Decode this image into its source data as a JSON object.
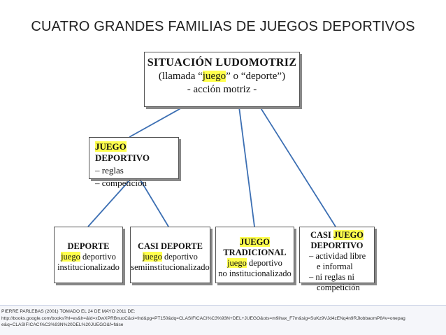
{
  "title": "CUATRO GRANDES FAMILIAS DE JUEGOS DEPORTIVOS",
  "colors": {
    "highlight": "#ffff4d",
    "line": "#3c6fb3"
  },
  "root": {
    "line1": "SITUACIÓN LUDOMOTRIZ",
    "line2_pre": "(llamada “",
    "line2_hl": "juego",
    "line2_post": "” o “deporte”)",
    "line3": "- acción motriz -"
  },
  "mid": {
    "title_hl": "JUEGO",
    "title_rest": " DEPORTIVO",
    "items": [
      "– reglas",
      "– competición"
    ]
  },
  "leaves": [
    {
      "title": "DEPORTE",
      "sub_hl": "juego",
      "sub_rest": " deportivo",
      "line3": "institucionalizado"
    },
    {
      "title": "CASI DEPORTE",
      "sub_hl": "juego",
      "sub_rest": " deportivo",
      "line3": "semiinstitucionalizado"
    },
    {
      "title_hl": "JUEGO",
      "title2": "TRADICIONAL",
      "sub_hl": "juego",
      "sub_rest": " deportivo",
      "line3": "no institucionalizado"
    },
    {
      "title_pre": "CASI ",
      "title_hl": "JUEGO",
      "title2": "DEPORTIVO",
      "items": [
        "– actividad libre",
        "e informal",
        "– ni reglas ni",
        "competición"
      ]
    }
  ],
  "caption": {
    "line1": "PIERRE PARLEBAS (2001) TOMADO EL 24 DE MAYO 2011 DE:",
    "line2": "http://books.google.com/books?hl=es&lr=&id=xDwXPRBnuoC&oi=fnd&pg=PT150&dq=CLASIFICACI%C3%93N+DEL+JUEGO&ots=m9ihax_F7m&sig=SuKz9VJd4zENq4n9RJlobbaomP8#v=onepag",
    "line3": "e&q=CLASIFICACI%C3%93N%20DEL%20JUEGO&f=false"
  }
}
